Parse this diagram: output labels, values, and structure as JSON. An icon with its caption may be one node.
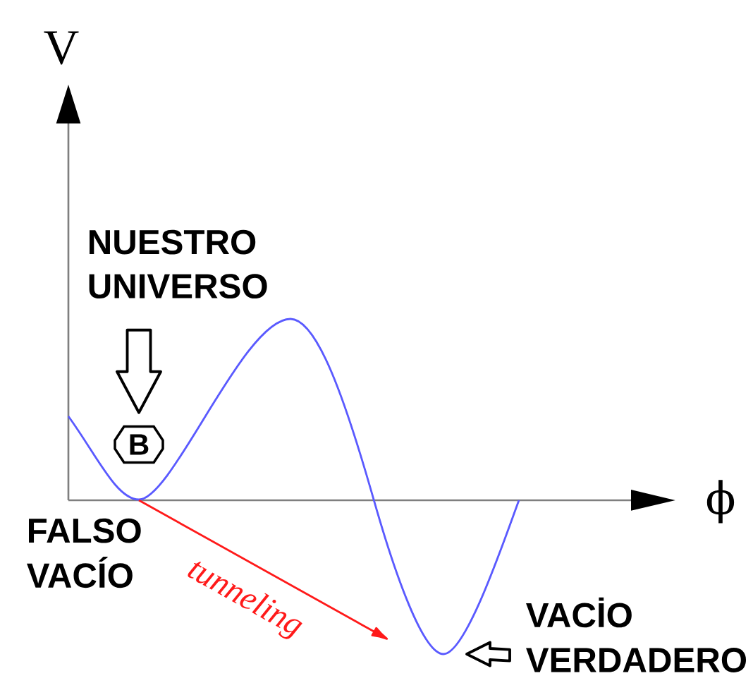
{
  "diagram": {
    "nodes": [
      {
        "text": [
          "NUESTRO UNIVERSO"
        ]
      },
      {
        "text": [
          "B"
        ]
      },
      {
        "text": [
          "VACİO VERDADERO"
        ]
      }
    ],
    "edges": [
      {
        "from": 0,
        "to": 1,
        "arrow": "to"
      },
      {
        "from": 2,
        "to": null,
        "arrow": "to"
      }
    ],
    "labels": [
      "V",
      "ϕ",
      "FALSO VACÍO",
      "tunneling"
    ]
  }
}
